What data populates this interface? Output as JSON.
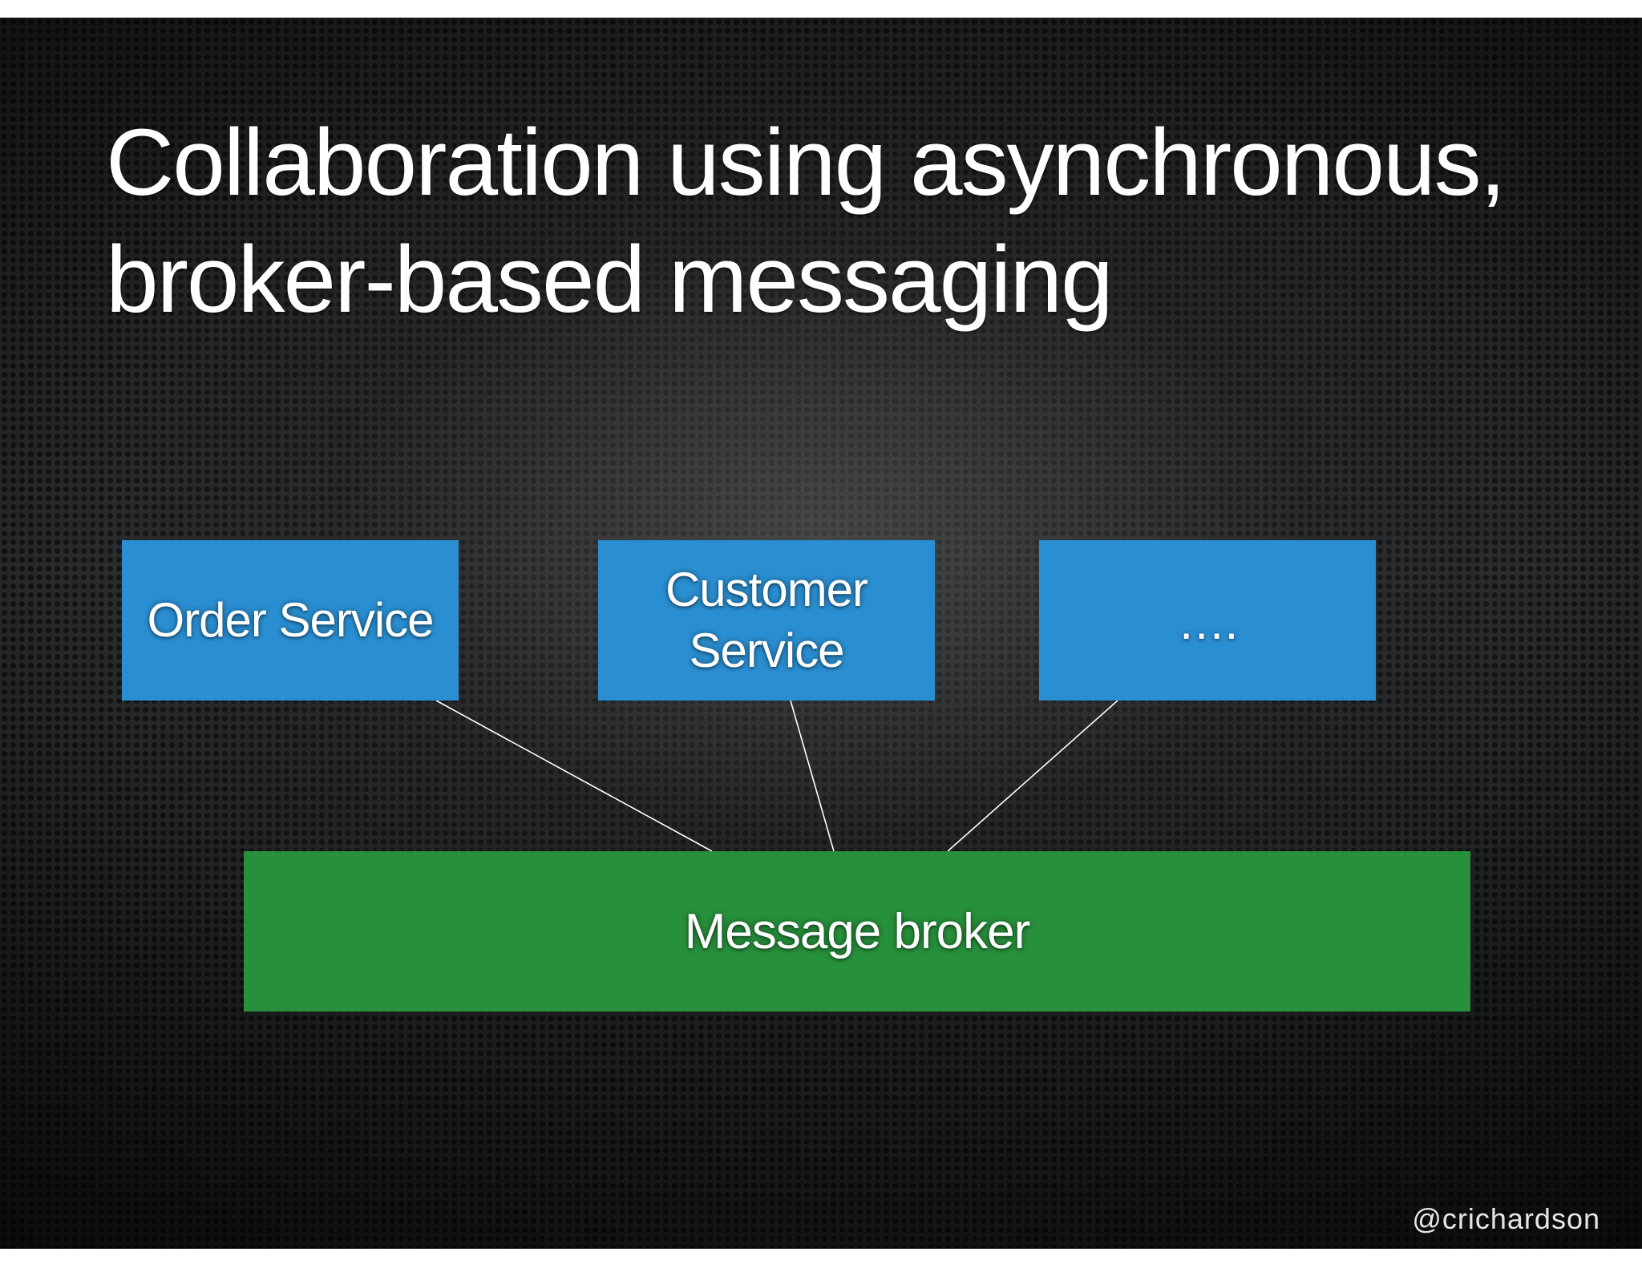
{
  "slide": {
    "title_lines": [
      "Collaboration using asynchronous,",
      "broker-based messaging"
    ],
    "footer": "@crichardson"
  },
  "diagram": {
    "services": [
      {
        "lines": [
          "Order Service"
        ]
      },
      {
        "lines": [
          "Customer",
          "Service"
        ]
      },
      {
        "lines": [
          "…."
        ]
      }
    ],
    "broker": {
      "label": "Message broker"
    },
    "colors": {
      "service_fill": "#2a8fd2",
      "broker_fill": "#27903b",
      "connector": "#ffffff",
      "background": "#1f2123"
    }
  }
}
